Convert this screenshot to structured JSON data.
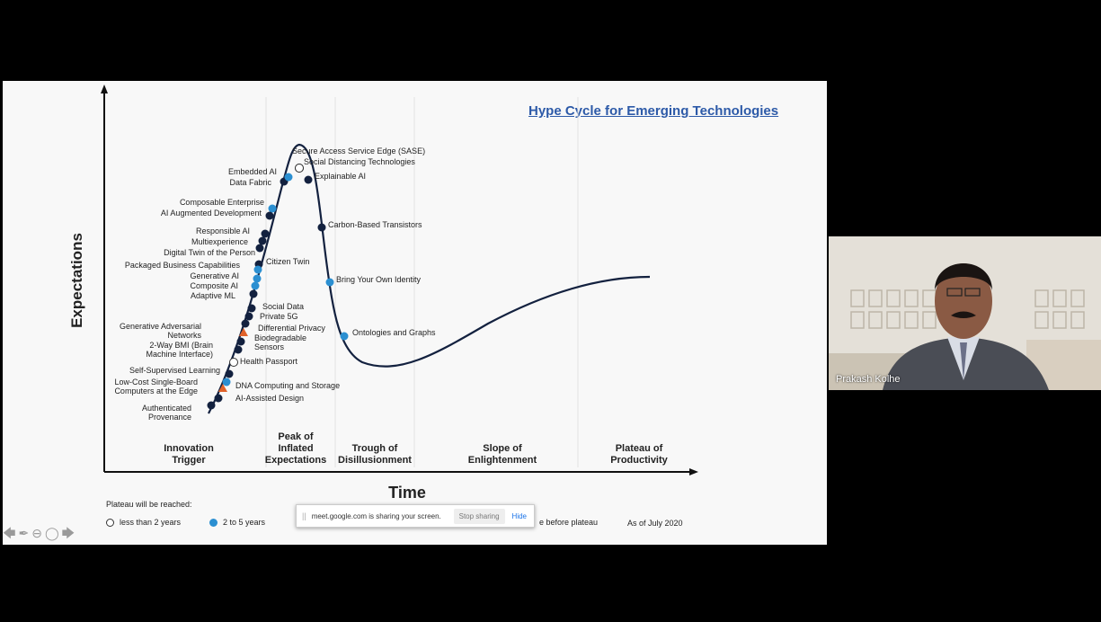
{
  "slide": {
    "title": "Hype Cycle for Emerging Technologies",
    "ylabel": "Expectations",
    "xlabel": "Time",
    "phases": [
      "Innovation\nTrigger",
      "Peak of\nInflated\nExpectations",
      "Trough of\nDisillusionment",
      "Slope of\nEnlightenment",
      "Plateau of\nProductivity"
    ],
    "technologies": [
      {
        "label": "Secure Access Service Edge (SASE)",
        "type": "white"
      },
      {
        "label": "Social Distancing Technologies",
        "type": "white"
      },
      {
        "label": "Embedded AI",
        "type": "dark"
      },
      {
        "label": "Data Fabric",
        "type": "blue"
      },
      {
        "label": "Explainable AI",
        "type": "dark"
      },
      {
        "label": "Composable Enterprise",
        "type": "blue"
      },
      {
        "label": "AI Augmented Development",
        "type": "dark"
      },
      {
        "label": "Carbon-Based Transistors",
        "type": "dark"
      },
      {
        "label": "Responsible AI",
        "type": "dark"
      },
      {
        "label": "Multiexperience",
        "type": "dark"
      },
      {
        "label": "Digital Twin of the Person",
        "type": "dark"
      },
      {
        "label": "Citizen Twin",
        "type": "dark"
      },
      {
        "label": "Packaged Business Capabilities",
        "type": "blue"
      },
      {
        "label": "Generative AI",
        "type": "blue"
      },
      {
        "label": "Composite AI",
        "type": "blue"
      },
      {
        "label": "Bring Your Own Identity",
        "type": "blue"
      },
      {
        "label": "Adaptive ML",
        "type": "dark"
      },
      {
        "label": "Social Data",
        "type": "dark"
      },
      {
        "label": "Private 5G",
        "type": "dark"
      },
      {
        "label": "Generative Adversarial\nNetworks",
        "type": "dark"
      },
      {
        "label": "Differential Privacy",
        "type": "orange"
      },
      {
        "label": "Ontologies and Graphs",
        "type": "blue"
      },
      {
        "label": "Biodegradable\nSensors",
        "type": "dark"
      },
      {
        "label": "2-Way BMI (Brain\nMachine Interface)",
        "type": "dark"
      },
      {
        "label": "Health Passport",
        "type": "white"
      },
      {
        "label": "Self-Supervised Learning",
        "type": "dark"
      },
      {
        "label": "Low-Cost Single-Board\nComputers at the Edge",
        "type": "blue"
      },
      {
        "label": "DNA Computing and Storage",
        "type": "orange"
      },
      {
        "label": "AI-Assisted Design",
        "type": "dark"
      },
      {
        "label": "Authenticated\nProvenance",
        "type": "dark"
      }
    ],
    "legend": {
      "title": "Plateau will be reached:",
      "items": [
        "less than 2 years",
        "2 to 5 years"
      ],
      "hidden_tail": "e before plateau"
    },
    "as_of": "As of July 2020"
  },
  "share_bar": {
    "grip": "||",
    "message": "meet.google.com is sharing your screen.",
    "stop_label": "Stop sharing",
    "hide_label": "Hide"
  },
  "participant": {
    "name": "Prakash Kolhe"
  },
  "colors": {
    "dark": "#13213f",
    "blue": "#2b8fd1",
    "orange": "#e0622a",
    "white": "#ffffff",
    "title": "#2d5aa8"
  }
}
